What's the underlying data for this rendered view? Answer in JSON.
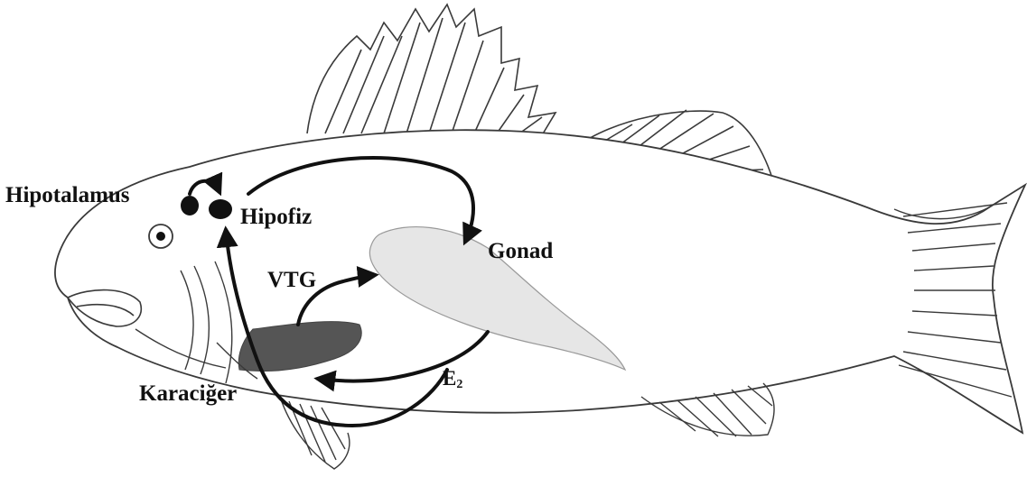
{
  "labels": {
    "hypothalamus": "Hipotalamus",
    "pituitary": "Hipofiz",
    "gonad": "Gonad",
    "vtg": "VTG",
    "liver": "Karaciğer",
    "estradiol_symbol": "E",
    "estradiol_subscript": "2"
  },
  "colors": {
    "outline": "#3a3a3a",
    "arrow": "#111111",
    "gonad_fill": "#e6e6e6",
    "liver_fill": "#555555",
    "organ_dot": "#111111"
  }
}
